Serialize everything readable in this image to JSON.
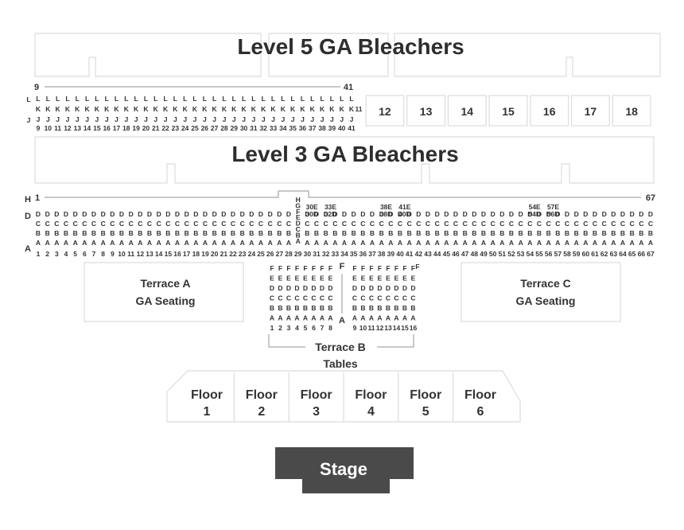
{
  "level5": {
    "title": "Level 5 GA Bleachers",
    "start": "9",
    "end": "41",
    "row_letters": [
      "L",
      "K",
      "J"
    ],
    "numbers": [
      "9",
      "10",
      "11",
      "12",
      "13",
      "14",
      "15",
      "16",
      "17",
      "18",
      "19",
      "20",
      "21",
      "22",
      "23",
      "24",
      "25",
      "26",
      "27",
      "28",
      "29",
      "30",
      "31",
      "32",
      "33",
      "34",
      "35",
      "36",
      "37",
      "38",
      "39",
      "40",
      "41"
    ],
    "extra": "11",
    "sections": [
      "12",
      "13",
      "14",
      "15",
      "16",
      "17",
      "18"
    ]
  },
  "level3": {
    "title": "Level 3 GA Bleachers",
    "start": "1",
    "end": "67",
    "row_letters": [
      "H",
      "D",
      "C",
      "B",
      "A"
    ],
    "center_letters": [
      "H",
      "G",
      "F",
      "E",
      "D",
      "C",
      "B",
      "A"
    ],
    "center_number": "29",
    "numbers": [
      "1",
      "2",
      "3",
      "4",
      "5",
      "6",
      "7",
      "8",
      "9",
      "10",
      "11",
      "12",
      "13",
      "14",
      "15",
      "16",
      "17",
      "18",
      "19",
      "20",
      "21",
      "22",
      "23",
      "24",
      "25",
      "26",
      "27",
      "28",
      "29",
      "30",
      "31",
      "32",
      "33",
      "34",
      "35",
      "36",
      "37",
      "38",
      "39",
      "40",
      "41",
      "42",
      "43",
      "44",
      "45",
      "46",
      "47",
      "48",
      "49",
      "50",
      "51",
      "52",
      "53",
      "54",
      "55",
      "56",
      "57",
      "58",
      "59",
      "60",
      "61",
      "62",
      "63",
      "64",
      "65",
      "66",
      "67"
    ],
    "special_labels": [
      "30E",
      "30D",
      "33E",
      "32D",
      "38E",
      "38D",
      "41E",
      "40D",
      "54E",
      "54D",
      "57E",
      "56D"
    ]
  },
  "terrace_a": {
    "line1": "Terrace A",
    "line2": "GA Seating"
  },
  "terrace_c": {
    "line1": "Terrace C",
    "line2": "GA Seating"
  },
  "terrace_b": {
    "line1": "Terrace B",
    "line2": "Tables",
    "row_letters": [
      "F",
      "E",
      "D",
      "C",
      "B",
      "A"
    ],
    "left_numbers": [
      "1",
      "2",
      "3",
      "4",
      "5",
      "6",
      "7",
      "8"
    ],
    "right_numbers": [
      "9",
      "10",
      "11",
      "12",
      "13",
      "14",
      "15",
      "16"
    ]
  },
  "floors": [
    {
      "label": "Floor",
      "num": "1"
    },
    {
      "label": "Floor",
      "num": "2"
    },
    {
      "label": "Floor",
      "num": "3"
    },
    {
      "label": "Floor",
      "num": "4"
    },
    {
      "label": "Floor",
      "num": "5"
    },
    {
      "label": "Floor",
      "num": "6"
    }
  ],
  "stage": {
    "label": "Stage"
  },
  "colors": {
    "stage": "#4a4a4a",
    "text": "#2e2e2e",
    "outline": "#dcdcdc",
    "rule": "#a8a8a8"
  }
}
